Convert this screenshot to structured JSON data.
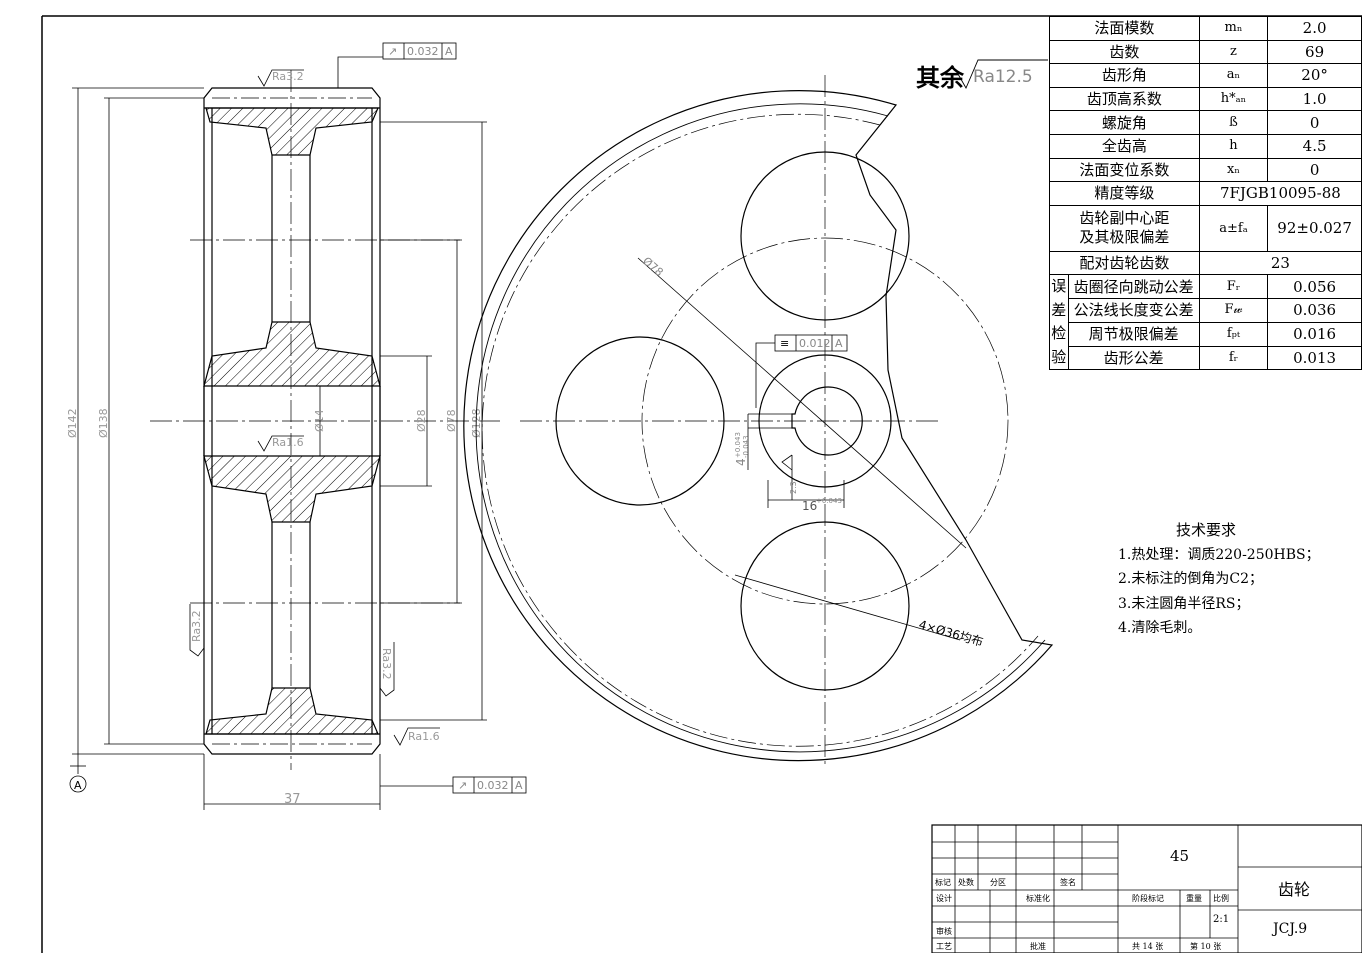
{
  "surface_note": {
    "prefix": "其余",
    "roughness": "Ra12.5"
  },
  "params_table": [
    {
      "label": "法面模数",
      "symbol": "mₙ",
      "value": "2.0"
    },
    {
      "label": "齿数",
      "symbol": "z",
      "value": "69"
    },
    {
      "label": "齿形角",
      "symbol": "aₙ",
      "value": "20°"
    },
    {
      "label": "齿顶高系数",
      "symbol": "h*ₐₙ",
      "value": "1.0"
    },
    {
      "label": "螺旋角",
      "symbol": "ß",
      "value": "0"
    },
    {
      "label": "全齿高",
      "symbol": "h",
      "value": "4.5"
    },
    {
      "label": "法面变位系数",
      "symbol": "xₙ",
      "value": "0"
    },
    {
      "label": "精度等级",
      "value": "7FJGB10095-88"
    },
    {
      "label": "齿轮副中心距及其极限偏差",
      "label_line1": "齿轮副中心距",
      "label_line2": "及其极限偏差",
      "symbol": "a±fₐ",
      "value": "92±0.027"
    },
    {
      "label": "配对齿轮齿数",
      "value": "23"
    }
  ],
  "error_group": {
    "label": "误差检验",
    "chars": [
      "误",
      "差",
      "检",
      "验"
    ],
    "rows": [
      {
        "label": "齿圈径向跳动公差",
        "symbol": "Fᵣ",
        "value": "0.056"
      },
      {
        "label": "公法线长度变公差",
        "symbol": "F𝓌",
        "value": "0.036"
      },
      {
        "label": "周节极限偏差",
        "symbol": "fₚₜ",
        "value": "0.016"
      },
      {
        "label": "齿形公差",
        "symbol": "fᵣ",
        "value": "0.013"
      }
    ]
  },
  "tech_requirements": {
    "title": "技术要求",
    "items": [
      "1.热处理：调质220-250HBS；",
      "2.未标注的倒角为C2；",
      "3.未注圆角半径RS；",
      "4.清除毛刺。"
    ]
  },
  "side_view": {
    "dims": {
      "d142": "Ø142",
      "d138": "Ø138",
      "d14": "Ø14",
      "d28": "Ø28",
      "d78": "Ø78",
      "d128": "Ø128",
      "width": "37"
    },
    "roughness": [
      "Ra3.2",
      "Ra1.6",
      "Ra3.2",
      "Ra3.2",
      "Ra1.6"
    ],
    "tolerance_top": {
      "symbol": "↗",
      "value": "0.032",
      "datum": "A"
    },
    "tolerance_bottom": {
      "symbol": "↗",
      "value": "0.032",
      "datum": "A"
    },
    "datum_label": "A"
  },
  "front_view": {
    "dia_78": "Ø78",
    "holes": "4×Ø36均布",
    "key_sym": {
      "symbol": "≡",
      "value": "0.012",
      "datum": "A"
    },
    "key_width": "16",
    "key_depth": "4",
    "key_tol": "+0.043",
    "key_tol2": "-0.043",
    "key_h": "2.3",
    "key_w_tol": "+0.043"
  },
  "title_block": {
    "material": "45",
    "part_name": "齿轮",
    "drawing_no": "JCJ.9",
    "scale": "2:1",
    "labels": {
      "mark": "标记",
      "count": "处数",
      "zone": "分区",
      "sign": "签名",
      "design": "设计",
      "standard": "标准化",
      "review": "审核",
      "process": "工艺",
      "approve": "批准",
      "stage": "阶段标记",
      "weight": "重量",
      "ratio": "比例",
      "total": "共 14 张",
      "sheet": "第 10 张"
    }
  }
}
